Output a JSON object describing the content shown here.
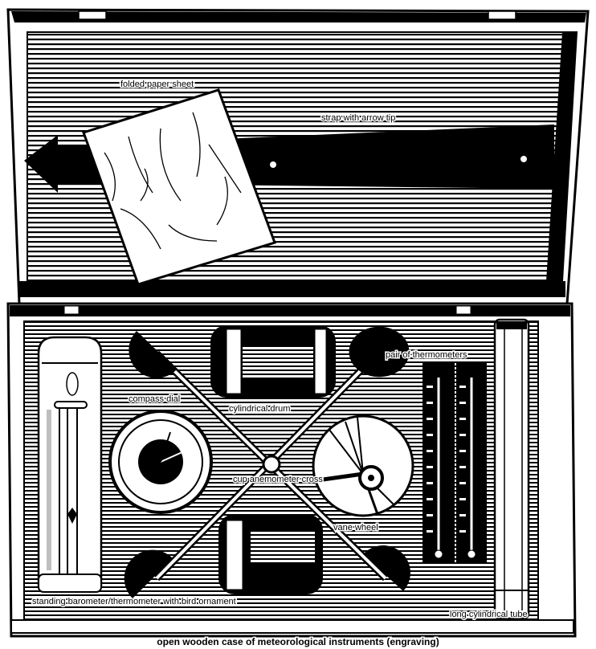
{
  "image": {
    "subject": "open wooden case of meteorological instruments (engraving)",
    "palette": {
      "ink": "#000000",
      "paper": "#ffffff"
    },
    "lid": {
      "items": [
        "folded paper sheet",
        "strap with arrow tip"
      ]
    },
    "box": {
      "items": [
        "standing barometer/thermometer with bird ornament",
        "compass dial",
        "cup anemometer cross",
        "cylindrical drum",
        "vane wheel",
        "pair of thermometers",
        "long cylindrical tube"
      ]
    }
  }
}
